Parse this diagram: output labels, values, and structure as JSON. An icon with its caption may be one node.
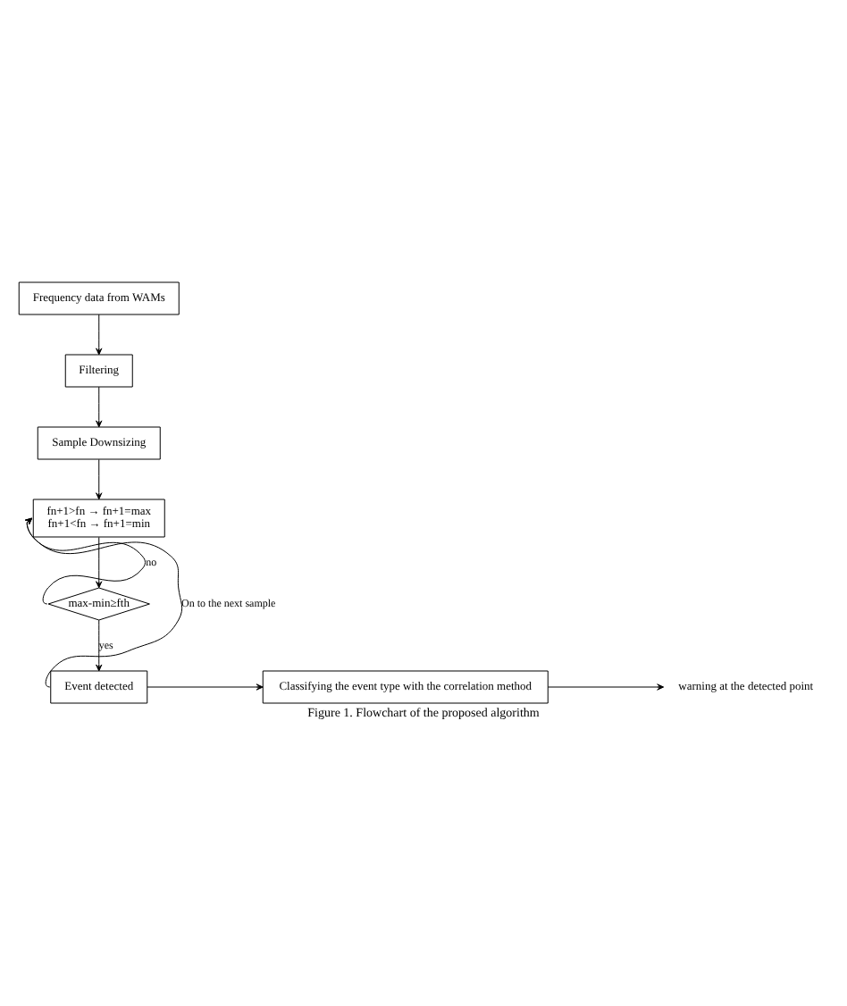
{
  "diagram": {
    "caption": "Figure 1. Flowchart of the proposed algorithm",
    "nodes": [
      {
        "text": [
          "Frequency data from WAMs"
        ]
      },
      {
        "text": [
          "Filtering"
        ]
      },
      {
        "text": [
          "Sample Downsizing"
        ]
      },
      {
        "text": [
          "fn+1>fn → fn+1=max",
          "fn+1<fn → fn+1=min"
        ]
      },
      {
        "text": [
          "max-min≥fth"
        ]
      },
      {
        "text": [
          "Event detected"
        ]
      },
      {
        "text": [
          "Classifying the event type with the correlation method"
        ]
      },
      {
        "text": [
          "warning at the detected point"
        ]
      }
    ],
    "edges": [
      {
        "from": 0,
        "to": 1,
        "arrow": "to"
      },
      {
        "from": 1,
        "to": 2,
        "arrow": "to"
      },
      {
        "from": 2,
        "to": 3,
        "arrow": "to"
      },
      {
        "from": 3,
        "to": 4,
        "arrow": "to"
      },
      {
        "from": 4,
        "to": 3,
        "arrow": "to",
        "label": "no"
      },
      {
        "from": 4,
        "to": 5,
        "arrow": "to",
        "label": "yes"
      },
      {
        "from": 5,
        "to": 3,
        "arrow": "to",
        "label": "On to the next sample"
      },
      {
        "from": 5,
        "to": 6,
        "arrow": "to"
      },
      {
        "from": 6,
        "to": 7,
        "arrow": "to"
      }
    ]
  }
}
